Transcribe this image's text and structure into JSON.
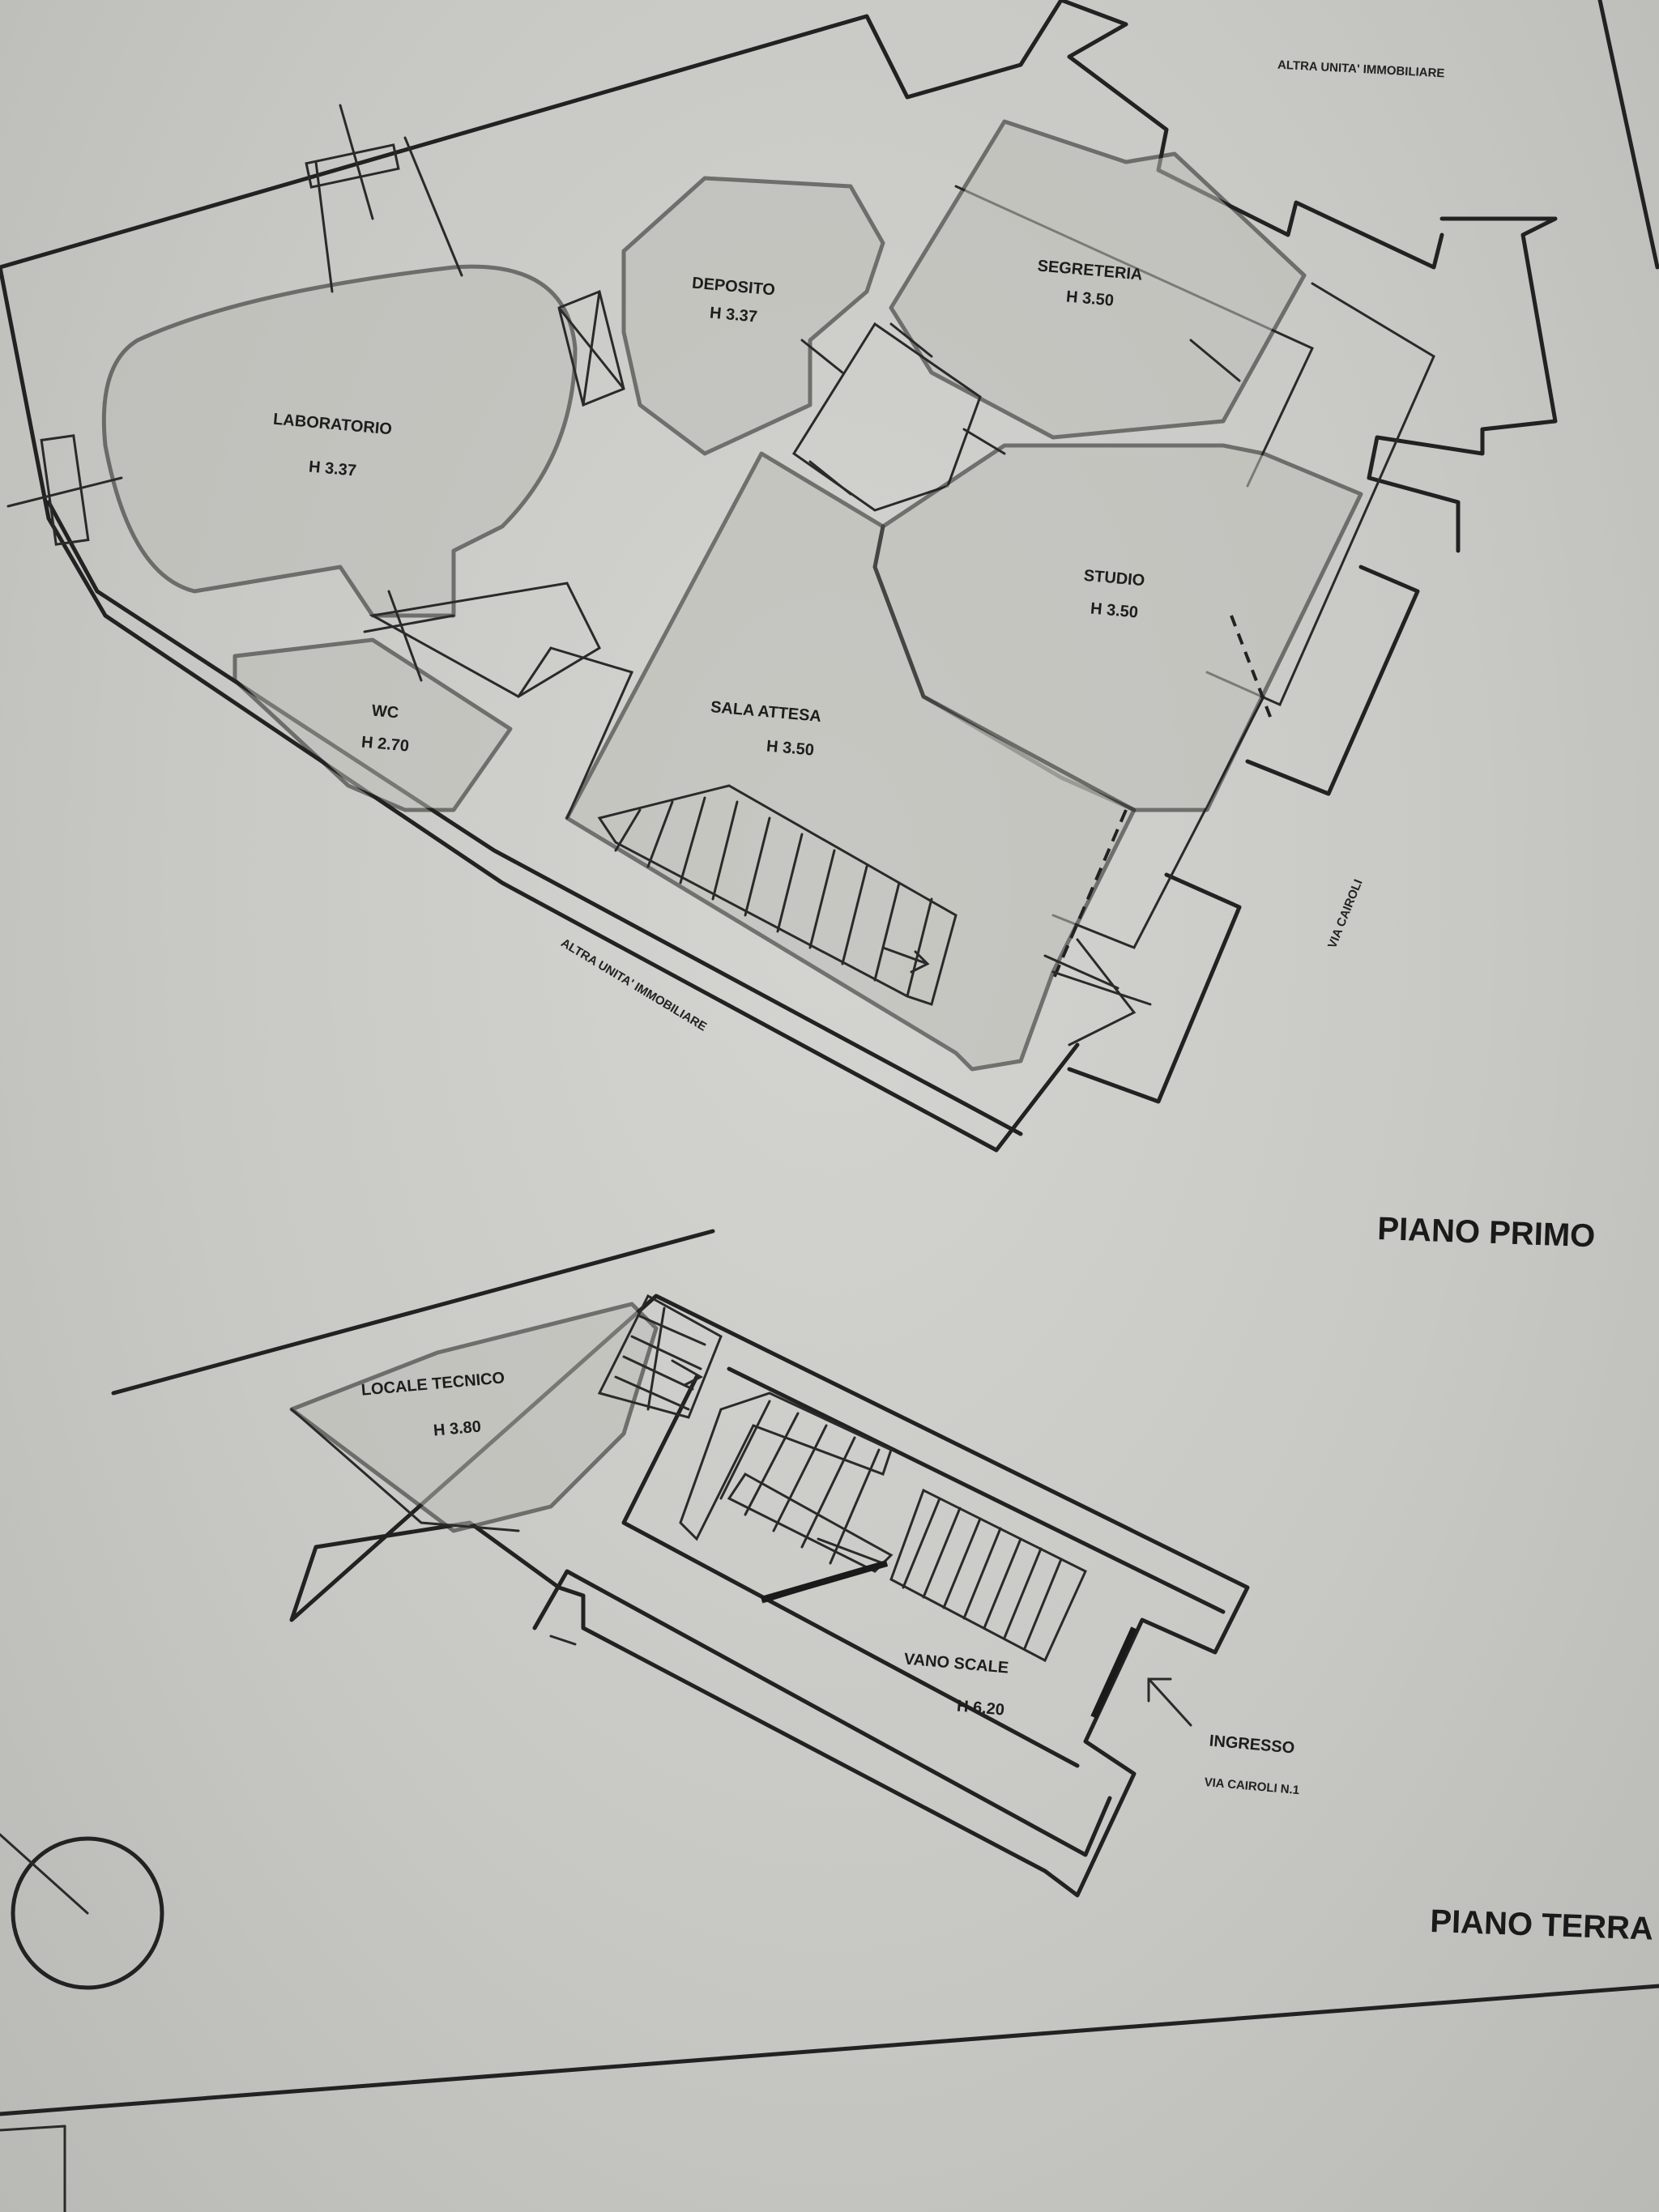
{
  "floors": {
    "first": {
      "title": "PIANO PRIMO",
      "rooms": [
        {
          "name": "LABORATORIO",
          "height": "H 3.37"
        },
        {
          "name": "DEPOSITO",
          "height": "H 3.37"
        },
        {
          "name": "SEGRETERIA",
          "height": "H 3.50"
        },
        {
          "name": "STUDIO",
          "height": "H 3.50"
        },
        {
          "name": "WC",
          "height": "H 2.70"
        },
        {
          "name": "SALA ATTESA",
          "height": "H 3.50"
        }
      ],
      "neighbor_top": "ALTRA UNITA' IMMOBILIARE",
      "neighbor_bottom": "ALTRA UNITA' IMMOBILIARE",
      "street": "VIA CAIROLI"
    },
    "ground": {
      "title": "PIANO TERRA",
      "rooms": [
        {
          "name": "LOCALE TECNICO",
          "height": "H 3.80"
        },
        {
          "name": "VANO SCALE",
          "height": "H 6.20"
        }
      ],
      "entrance_label": "INGRESSO",
      "entrance_address": "VIA CAIROLI N.1"
    }
  }
}
